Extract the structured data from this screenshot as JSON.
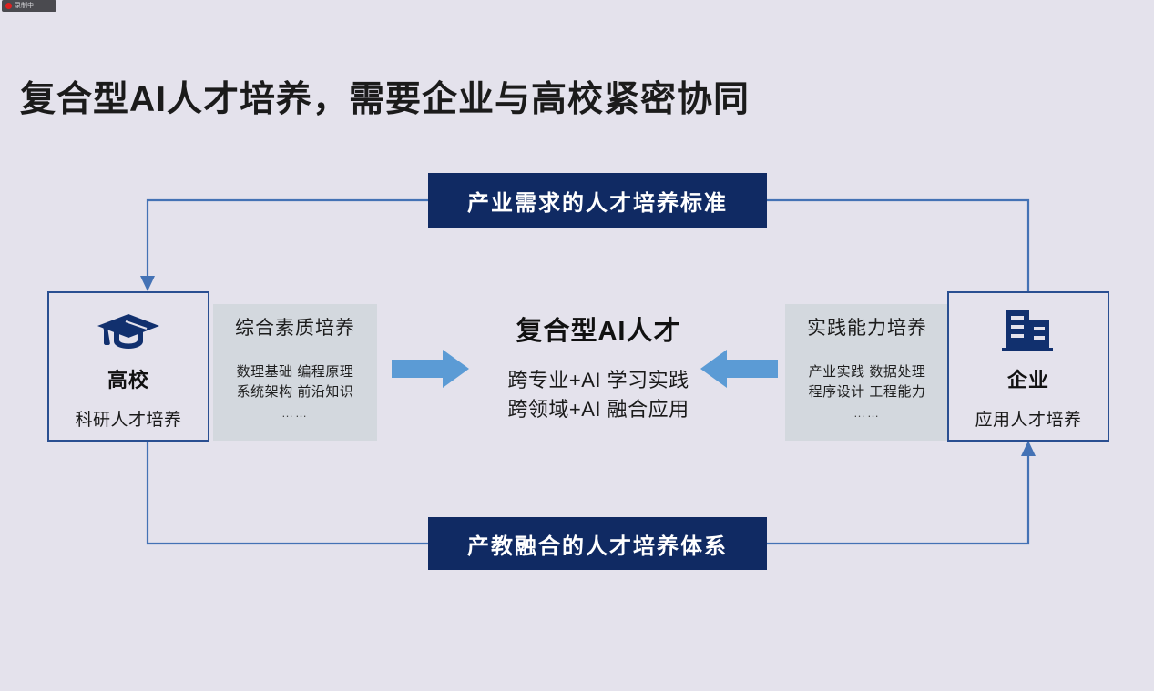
{
  "recording": {
    "label": "录制中",
    "dot_color": "#e02020",
    "bg_color": "#4a4a4f"
  },
  "slide": {
    "background_color": "#e4e2ec",
    "title": "复合型AI人才培养，需要企业与高校紧密协同"
  },
  "banners": {
    "top": {
      "text": "产业需求的人才培养标准",
      "bg_color": "#102a63",
      "text_color": "#ffffff"
    },
    "bottom": {
      "text": "产教融合的人才培养体系",
      "bg_color": "#102a63",
      "text_color": "#ffffff"
    }
  },
  "left_box": {
    "icon": "graduation-cap-icon",
    "title": "高校",
    "subtitle": "科研人才培养",
    "border_color": "#2a4f91"
  },
  "right_box": {
    "icon": "office-building-icon",
    "title": "企业",
    "subtitle": "应用人才培养",
    "border_color": "#2a4f91"
  },
  "left_panel": {
    "heading": "综合素质培养",
    "line1": "数理基础 编程原理",
    "line2": "系统架构 前沿知识",
    "ellipsis": "……",
    "bg_color": "#d3d8de"
  },
  "right_panel": {
    "heading": "实践能力培养",
    "line1": "产业实践 数据处理",
    "line2": "程序设计 工程能力",
    "ellipsis": "……",
    "bg_color": "#d3d8de"
  },
  "center": {
    "title": "复合型AI人才",
    "line1": "跨专业+AI 学习实践",
    "line2": "跨领域+AI 融合应用"
  },
  "arrows": {
    "color": "#5b9bd5",
    "right_name": "arrow-pointing-right",
    "left_name": "arrow-pointing-left"
  },
  "connectors": {
    "color": "#4472b5",
    "top_left_flow": "产业需求的人才培养标准 → 高校",
    "top_right_flow": "企业 → 产业需求的人才培养标准",
    "bottom_left_flow": "高校 → 产教融合的人才培养体系",
    "bottom_right_flow": "产教融合的人才培养体系 → 企业"
  }
}
